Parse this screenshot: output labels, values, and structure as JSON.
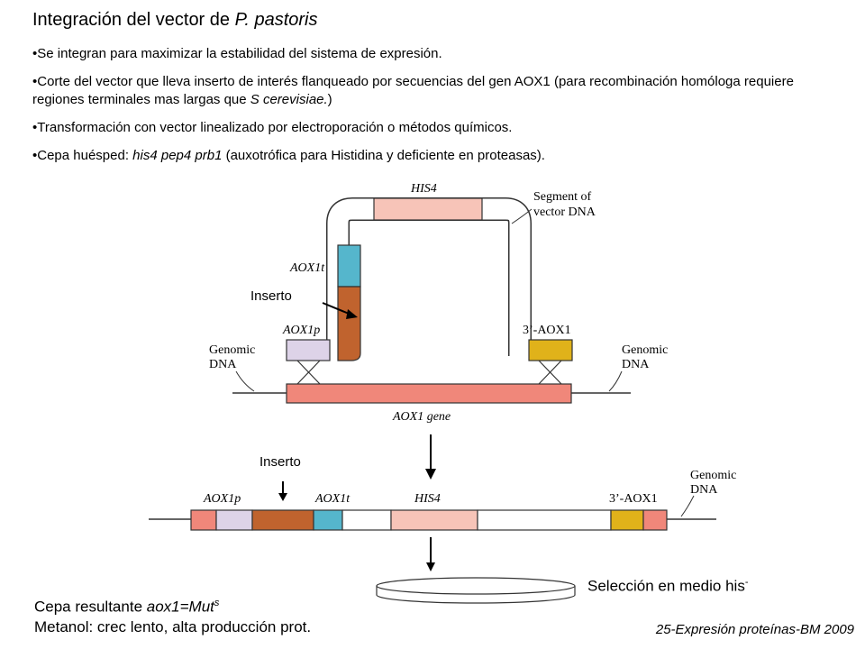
{
  "slide": {
    "title_prefix": "Integración del vector de ",
    "title_italic": "P. pastoris",
    "bullets": [
      {
        "text": "•Se integran para maximizar la estabilidad del sistema de expresión."
      },
      {
        "text": "•Corte del vector que lleva inserto de interés flanqueado por secuencias del gen AOX1 (para recombinación homóloga requiere regiones terminales mas largas que ",
        "italic": "S cerevisiae.",
        "after": ")"
      },
      {
        "text": "•Transformación con vector linealizado por electroporación o métodos químicos."
      },
      {
        "text": "•Cepa huésped: ",
        "italic": "his4 pep4 prb1",
        "after": " (auxotrófica para Histidina y deficiente en proteasas)."
      }
    ],
    "inserto_label_1": "Inserto",
    "inserto_label_2": "Inserto",
    "seleccion_text": "Selección en medio his",
    "seleccion_sup": "-",
    "resultado_line1_prefix": "Cepa resultante ",
    "resultado_line1_italic": "aox1=Mut",
    "resultado_line1_sup": "s",
    "resultado_line2": "Metanol: crec lento, alta producción prot.",
    "footer": "25-Expresión proteínas-BM 2009"
  },
  "diagram": {
    "his4": "HIS4",
    "segment_line1": "Segment of",
    "segment_line2": "vector DNA",
    "aox1t": "AOX1t",
    "aox1p": "AOX1p",
    "three_aox1": "3’-AOX1",
    "genomic": "Genomic",
    "dna": "DNA",
    "aox1_gene": "AOX1 gene",
    "colors": {
      "salmon": "#f0877a",
      "his4_pink": "#f7c4b8",
      "lavender": "#ddd3e8",
      "brown": "#c0632e",
      "cyan": "#55b6cc",
      "gold": "#e0b21a"
    }
  }
}
